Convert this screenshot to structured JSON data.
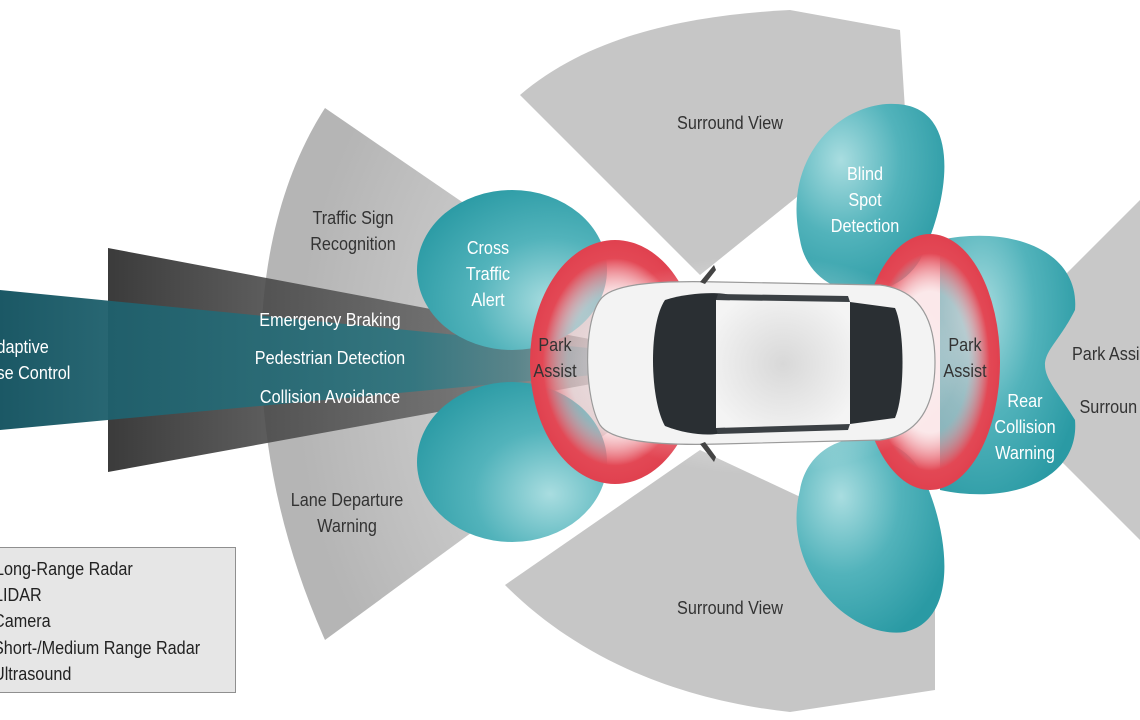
{
  "labels": {
    "adaptive_cruise_control": "daptive\nse Control",
    "emergency_braking": "Emergency Braking",
    "pedestrian_detection": "Pedestrian Detection",
    "collision_avoidance": "Collision Avoidance",
    "traffic_sign_recognition": "Traffic Sign\nRecognition",
    "lane_departure_warning": "Lane Departure\nWarning",
    "cross_traffic_alert": "Cross\nTraffic\nAlert",
    "park_assist_front": "Park\nAssist",
    "park_assist_rear": "Park\nAssist",
    "surround_view_top": "Surround View",
    "surround_view_bottom": "Surround View",
    "blind_spot_detection": "Blind\nSpot\nDetection",
    "rear_collision_warning": "Rear\nCollision\nWarning",
    "park_assist_right": "Park Assi",
    "surround_right": "Surroun"
  },
  "legend": {
    "items": [
      {
        "label": "Long-Range Radar"
      },
      {
        "label": "LIDAR"
      },
      {
        "label": "Camera"
      },
      {
        "label": "Short-/Medium Range Radar"
      },
      {
        "label": "Ultrasound"
      }
    ]
  },
  "colors": {
    "long_range_radar": "#1d5c68",
    "lidar": "#4a4a4a",
    "camera": "#c4c4c4",
    "short_medium_radar": "#3a9fa8",
    "ultrasound": "#e0414f"
  }
}
